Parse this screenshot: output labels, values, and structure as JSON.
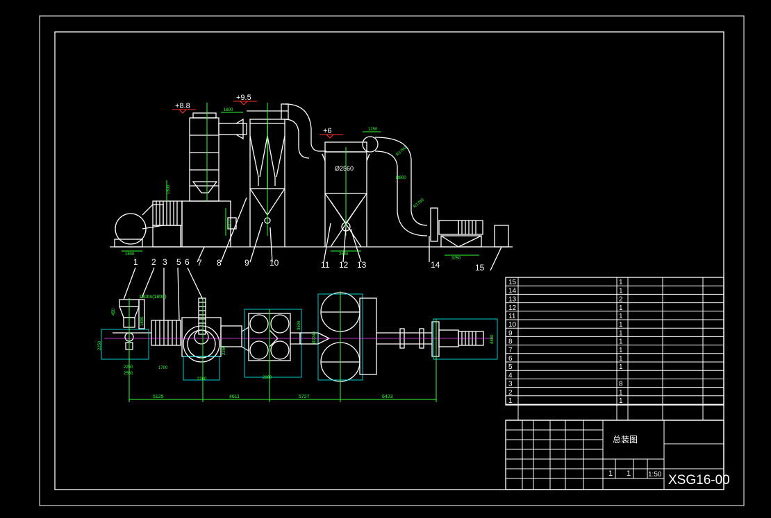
{
  "elevations": [
    "+8.8",
    "+9.5",
    "+6"
  ],
  "top_dims": [
    "1600",
    "1250",
    "1800",
    "3012",
    "1800",
    "2540",
    "3750",
    "Ø2560",
    "R1780",
    "Ø800",
    "R1780"
  ],
  "plan_dims": [
    "1800x(1800)",
    "1800",
    "450",
    "2250",
    "2250",
    "2550",
    "1700",
    "2260",
    "2200",
    "2800",
    "3500",
    "Ø2240",
    "4800"
  ],
  "bottom_dims": [
    "5125",
    "4611",
    "5727",
    "6423"
  ],
  "leaders": [
    "1",
    "2",
    "3",
    "5",
    "6",
    "7",
    "8",
    "9",
    "10",
    "11",
    "12",
    "13",
    "14",
    "15"
  ],
  "bom": {
    "rows": [
      {
        "no": "15",
        "qty": "1"
      },
      {
        "no": "14",
        "qty": "1"
      },
      {
        "no": "13",
        "qty": "2"
      },
      {
        "no": "12",
        "qty": "1"
      },
      {
        "no": "11",
        "qty": "1"
      },
      {
        "no": "10",
        "qty": "1"
      },
      {
        "no": "9",
        "qty": "1"
      },
      {
        "no": "8",
        "qty": "1"
      },
      {
        "no": "7",
        "qty": "1"
      },
      {
        "no": "6",
        "qty": "1"
      },
      {
        "no": "5",
        "qty": "1"
      },
      {
        "no": "4",
        "qty": ""
      },
      {
        "no": "3",
        "qty": "8"
      },
      {
        "no": "2",
        "qty": "1"
      },
      {
        "no": "1",
        "qty": "1"
      }
    ]
  },
  "title_block": {
    "title": "总装图",
    "scale": "1:50",
    "sheet_a": "1",
    "sheet_b": "1",
    "drawing_no": "XSG16-00"
  }
}
